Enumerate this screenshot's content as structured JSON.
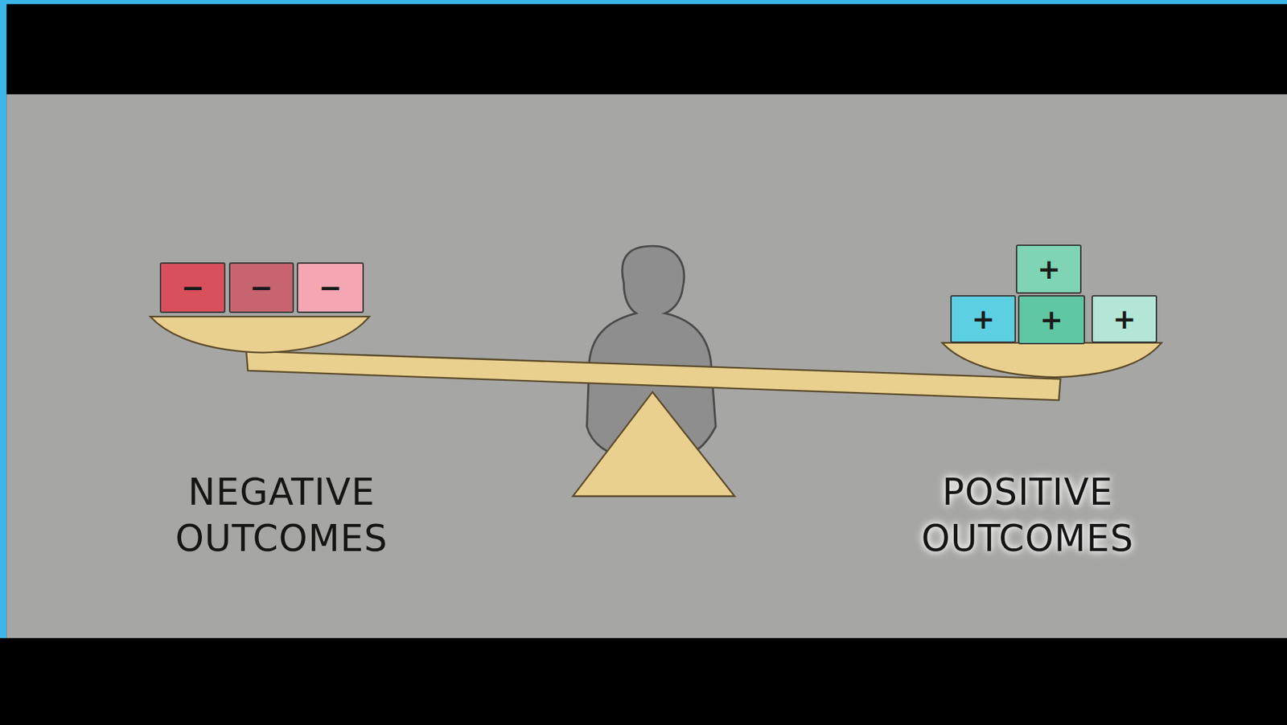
{
  "diagram": {
    "nodes": [
      {
        "text": [
          "−"
        ]
      },
      {
        "text": [
          "−"
        ]
      },
      {
        "text": [
          "−"
        ]
      },
      {
        "text": [
          "+"
        ]
      },
      {
        "text": [
          "+"
        ]
      },
      {
        "text": [
          "+"
        ]
      },
      {
        "text": [
          "+"
        ]
      }
    ],
    "labels": [
      "NEGATIVE OUTCOMES",
      "POSITIVE OUTCOMES"
    ]
  }
}
